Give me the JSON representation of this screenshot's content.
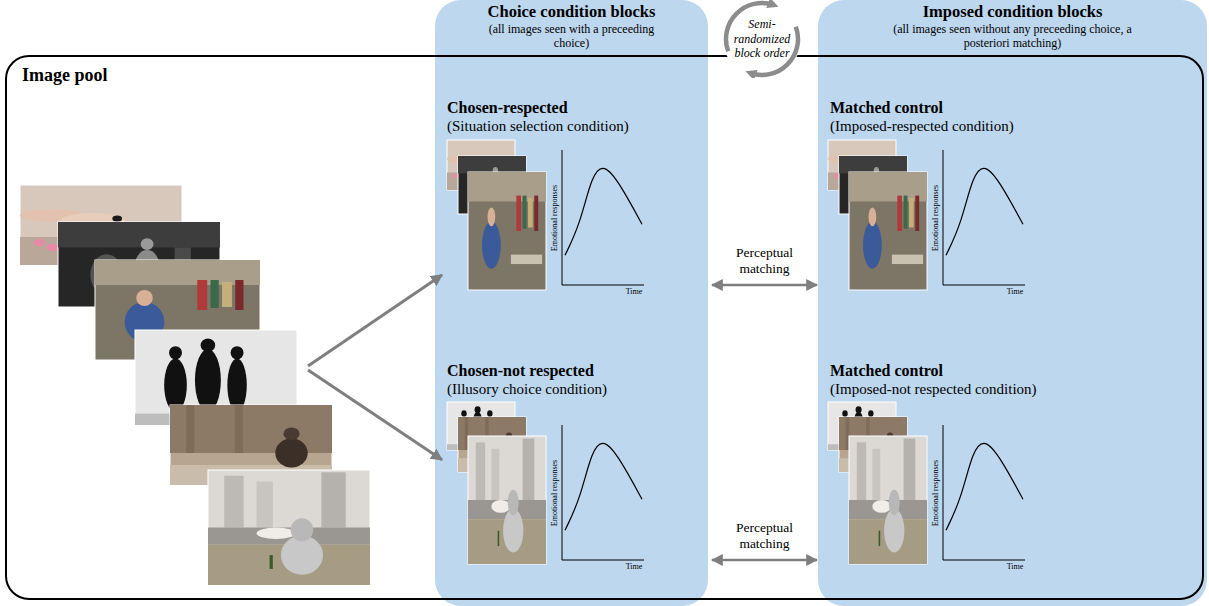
{
  "diagram": {
    "nodes": [
      {
        "text": [
          "Choice condition blocks",
          "(all images seen with a preceeding choice)"
        ]
      },
      {
        "text": [
          "Semi-randomized block order"
        ]
      },
      {
        "text": [
          "Imposed condition blocks",
          "(all images seen without any preceeding choice, a posteriori matching)"
        ]
      },
      {
        "text": [
          "Image pool"
        ]
      },
      {
        "text": [
          "Chosen-respected",
          "(Situation selection condition)"
        ],
        "in": 0
      },
      {
        "text": [
          "Matched control",
          "(Imposed-respected condition)"
        ],
        "in": 2
      },
      {
        "text": [
          "Chosen-not respected",
          "(Illusory choice condition)"
        ],
        "in": 0
      },
      {
        "text": [
          "Matched control",
          "(Imposed-not respected condition)"
        ],
        "in": 2
      }
    ],
    "edges": [
      {
        "from": 3,
        "to": 4,
        "arrow": "to"
      },
      {
        "from": 3,
        "to": 6,
        "arrow": "to"
      },
      {
        "from": 4,
        "to": 5,
        "label": "Perceptual matching",
        "arrow": "both"
      },
      {
        "from": 6,
        "to": 7,
        "label": "Perceptual matching",
        "arrow": "both"
      }
    ],
    "labels": [
      "Emotional responses",
      "Time",
      "Emotional responses",
      "Time",
      "Emotional responses",
      "Time",
      "Emotional responses",
      "Time"
    ]
  }
}
